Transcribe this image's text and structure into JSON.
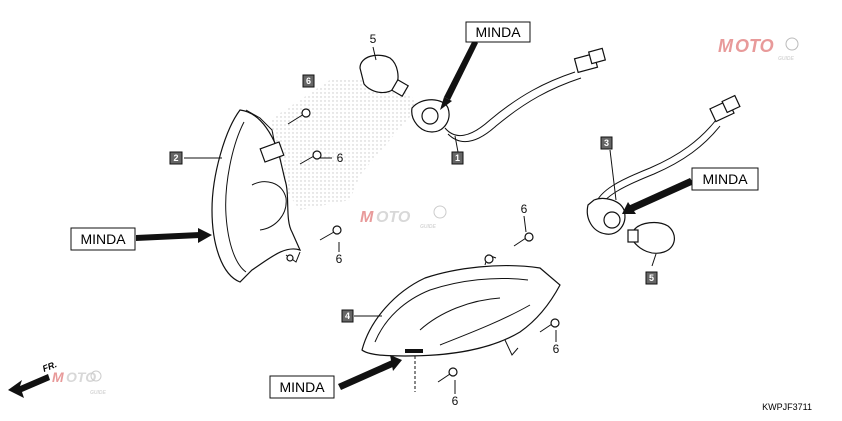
{
  "brand_labels": [
    "MINDA",
    "MINDA",
    "MINDA",
    "MINDA"
  ],
  "part_tags": [
    "1",
    "2",
    "3",
    "4",
    "5",
    "6"
  ],
  "callouts": [
    "5",
    "6",
    "6",
    "6",
    "6",
    "6"
  ],
  "diagram_code": "KWPJF3711",
  "direction_label": "FR.",
  "watermark": {
    "left": "M",
    "mid": "OTO",
    "small": "GUIDE"
  }
}
